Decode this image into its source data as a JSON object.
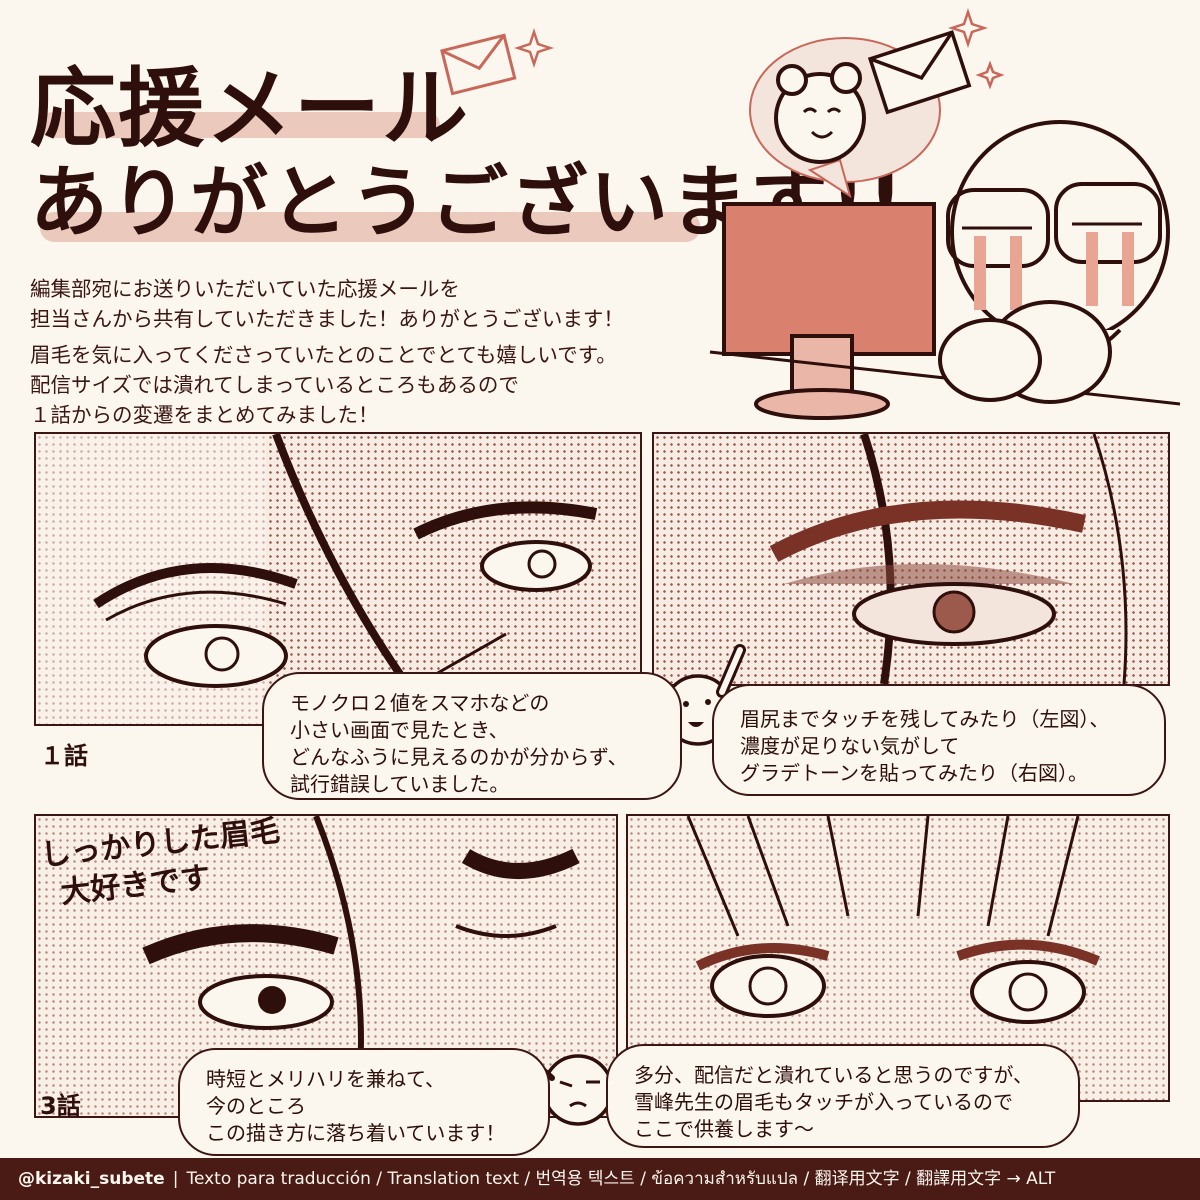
{
  "title": {
    "line1": "応援メール",
    "line2": "ありがとうございます!!"
  },
  "intro": {
    "para1_line1": "編集部宛にお送りいただいていた応援メールを",
    "para1_line2": "担当さんから共有していただきました！ありがとうございます！",
    "para2_line1": "眉毛を気に入ってくださっていたとのことでとても嬉しいです。",
    "para2_line2": "配信サイズでは潰れてしまっているところもあるので",
    "para2_line3": "１話からの変遷をまとめてみました！"
  },
  "episodes": {
    "ep1_label": "１話",
    "ep3_label": "3話"
  },
  "bubbles": {
    "b1": [
      "モノクロ２値をスマホなどの",
      "小さい画面で見たとき、",
      "どんなふうに見えるのかが分からず、",
      "試行錯誤していました。"
    ],
    "b2": [
      "眉尻までタッチを残してみたり（左図）、",
      "濃度が足りない気がして",
      "グラデトーンを貼ってみたり（右図）。"
    ],
    "b3": [
      "時短とメリハリを兼ねて、",
      "今のところ",
      "この描き方に落ち着いています！"
    ],
    "b4": [
      "多分、配信だと潰れていると思うのですが、",
      "雪峰先生の眉毛もタッチが入っているので",
      "ここで供養します〜"
    ]
  },
  "stamp": {
    "line1": "しっかりした眉毛",
    "line2": "大好きです"
  },
  "footer": {
    "handle": "@kizaki_subete",
    "text": "Texto para traducción / Translation text / 번역용 텍스트 / ข้อความสำหรับแปล / 翻译用文字 / 翻譯用文字 → ALT"
  },
  "colors": {
    "ink": "#3b1612",
    "accent": "#c8685a",
    "paper": "#fbf6ee",
    "footer_bg": "#4a1a14"
  }
}
